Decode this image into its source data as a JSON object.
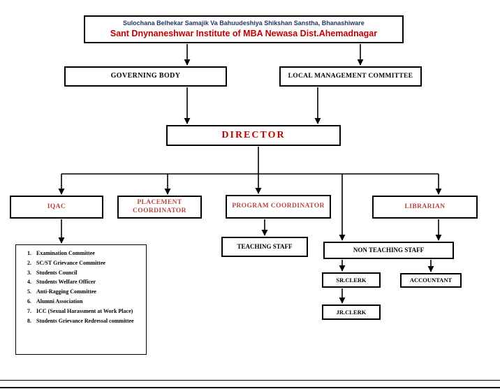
{
  "colors": {
    "trust_blue": "#1f3864",
    "institute_red": "#c00000",
    "branch_red": "#b24742",
    "line_black": "#000000"
  },
  "header": {
    "trust_name": "Sulochana Belhekar Samajik Va Bahuudeshiya Shikshan Sanstha, Bhanashiware",
    "institute_name": "Sant Dnynaneshwar Institute of MBA Newasa Dist.Ahemadnagar"
  },
  "nodes": {
    "governing_body": "GOVERNING BODY",
    "local_management_committee": "LOCAL MANAGEMENT COMMITTEE",
    "director": "DIRECTOR",
    "iqac": "IQAC",
    "placement_coordinator": "PLACEMENT COORDINATOR",
    "program_coordinator": "PROGRAM COORDINATOR",
    "librarian": "LIBRARIAN",
    "teaching_staff": "TEACHING STAFF",
    "non_teaching_staff": "NON TEACHING STAFF",
    "sr_clerk": "SR.CLERK",
    "accountant": "ACCOUNTANT",
    "jr_clerk": "JR.CLERK"
  },
  "iqac_committees": [
    "Examination Committee",
    "SC/ST Grievance Committee",
    "Students Council",
    "Students Welfare Officer",
    "Anti-Ragging Committee",
    "Alumni Association",
    "ICC (Sexual Harassment at Work Place)",
    "Students Grievance Redressal committee"
  ]
}
